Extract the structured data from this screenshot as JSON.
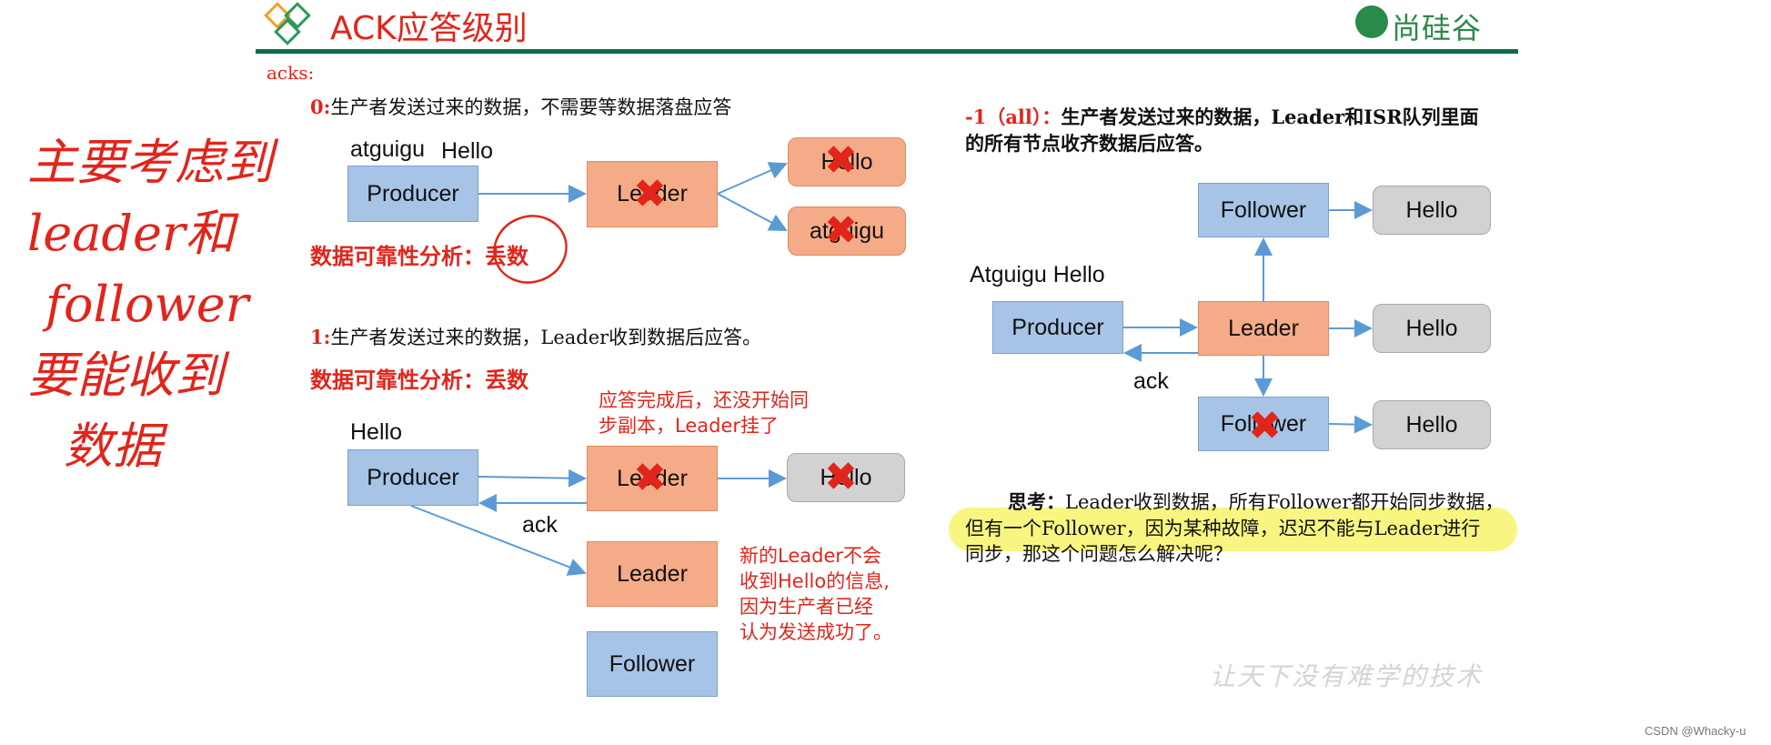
{
  "header": {
    "title": "ACK应答级别",
    "logo_text": "尚硅谷"
  },
  "acks_label": "acks:",
  "section0": {
    "num": "0:",
    "desc": "生产者发送过来的数据，不需要等数据落盘应答",
    "msg1": "atguigu",
    "msg2": "Hello",
    "producer": "Producer",
    "leader": "Leader",
    "out1": "Hello",
    "out2": "atguigu",
    "analysis_prefix": "数据可靠性分析：",
    "analysis_result": "丢数"
  },
  "section1": {
    "num": "1:",
    "desc": "生产者发送过来的数据，Leader收到数据后应答。",
    "analysis": "数据可靠性分析：丢数",
    "note1": [
      "应答完成后，还没开始同",
      "步副本，Leader挂了"
    ],
    "msg": "Hello",
    "producer": "Producer",
    "leader": "Leader",
    "out": "Hello",
    "ack": "ack",
    "new_leader": "Leader",
    "follower": "Follower",
    "note2": [
      "新的Leader不会",
      "收到Hello的信息,",
      "因为生产者已经",
      "认为发送成功了。"
    ]
  },
  "section_all": {
    "num": "-1（all）：",
    "desc_line1": "生产者发送过来的数据，Leader和ISR队列里面",
    "desc_line2": "的所有节点收齐数据后应答。",
    "msg": "Atguigu Hello",
    "producer": "Producer",
    "leader": "Leader",
    "follower_top": "Follower",
    "follower_bottom": "Follower",
    "out_top": "Hello",
    "out_mid": "Hello",
    "out_bottom": "Hello",
    "ack": "ack"
  },
  "think": {
    "label": "思考：",
    "line1": "Leader收到数据，所有Follower都开始同步数据，",
    "line2": "但有一个Follower，因为某种故障，迟迟不能与Leader进行",
    "line3": "同步，那这个问题怎么解决呢？"
  },
  "handwritten": [
    "主要考虑到",
    "leader和",
    "follower",
    "要能收到",
    "数据"
  ],
  "slogan": "让天下没有难学的技术",
  "credit": "CSDN @Whacky-u",
  "colors": {
    "accent_red": "#e1251b",
    "green_rule": "#0f6a52",
    "box_blue": "#a7c4e7",
    "box_orange": "#f5ab87",
    "box_gray": "#d2d2d2",
    "highlight": "#f7f56a"
  }
}
